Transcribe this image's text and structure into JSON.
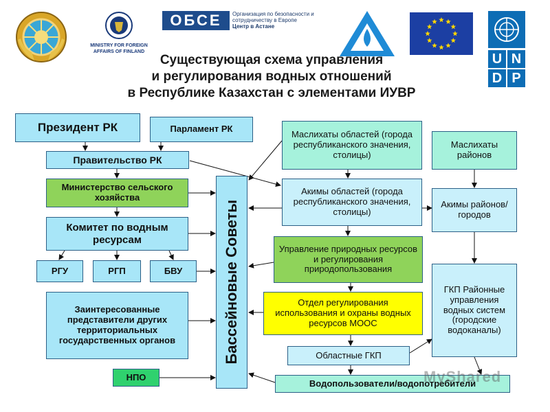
{
  "header": {
    "title_lines": [
      "Существующая схема управления",
      "и регулирования водных отношений",
      "в Республике Казахстан с элементами ИУВР"
    ],
    "finland_text": [
      "MINISTRY FOR FOREIGN",
      "AFFAIRS OF FINLAND"
    ],
    "osce_mark": "ОБСЕ",
    "osce_text": [
      "Организация по безопасности и",
      "сотрудничеству в Европе",
      "Центр в Астане"
    ],
    "undp_letters": [
      "U",
      "N",
      "D",
      "P"
    ]
  },
  "boxes": {
    "president": "Президент РК",
    "parliament": "Парламент РК",
    "government": "Правительство РК",
    "ministry": "Министерство сельского хозяйства",
    "committee": "Комитет по водным ресурсам",
    "rgu": "РГУ",
    "rgp": "РГП",
    "bvu": "БВУ",
    "interested": "Заинтересованные представители других территориальных государственных органов",
    "ngo": "НПО",
    "basin_councils": "Бассейновые Советы",
    "oblast_maslikhats": "Маслихаты областей (города республиканского значения, столицы)",
    "oblast_akims": "Акимы областей (города республиканского значения, столицы)",
    "nature_mgmt": "Управление природных ресурсов и регулирования природопользования",
    "water_dept": "Отдел регулирования использования и охраны водных ресурсов МООС",
    "oblast_gkp": "Областные ГКП",
    "water_users": "Водопользователи/водопотребители",
    "district_maslikhats": "Маслихаты районов",
    "district_akims": "Акимы районов/ городов",
    "gkp_district": "ГКП Районные управления водных систем (городские водоканалы)"
  },
  "watermark": "MyShared"
}
